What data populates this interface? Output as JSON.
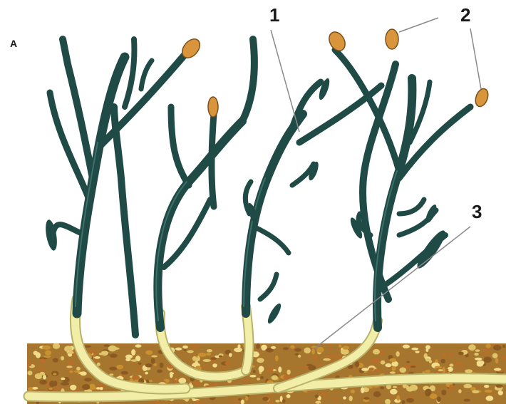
{
  "figure": {
    "panel_letter": "A",
    "callouts": [
      {
        "id": "1",
        "text": "1"
      },
      {
        "id": "2",
        "text": "2"
      },
      {
        "id": "3",
        "text": "3"
      }
    ]
  },
  "colors": {
    "stem": "#1f4a46",
    "stem_highlight": "#3e6f69",
    "rhizome": "#f2eea8",
    "rhizome_edge": "#b9b26a",
    "strobilus": "#d8953c",
    "soil_base": "#a6752e",
    "leader_line": "#8a8a8a"
  },
  "icons": {
    "strobilus": "cone-tip-icon",
    "scale_leaf": "scale-leaf-icon"
  }
}
